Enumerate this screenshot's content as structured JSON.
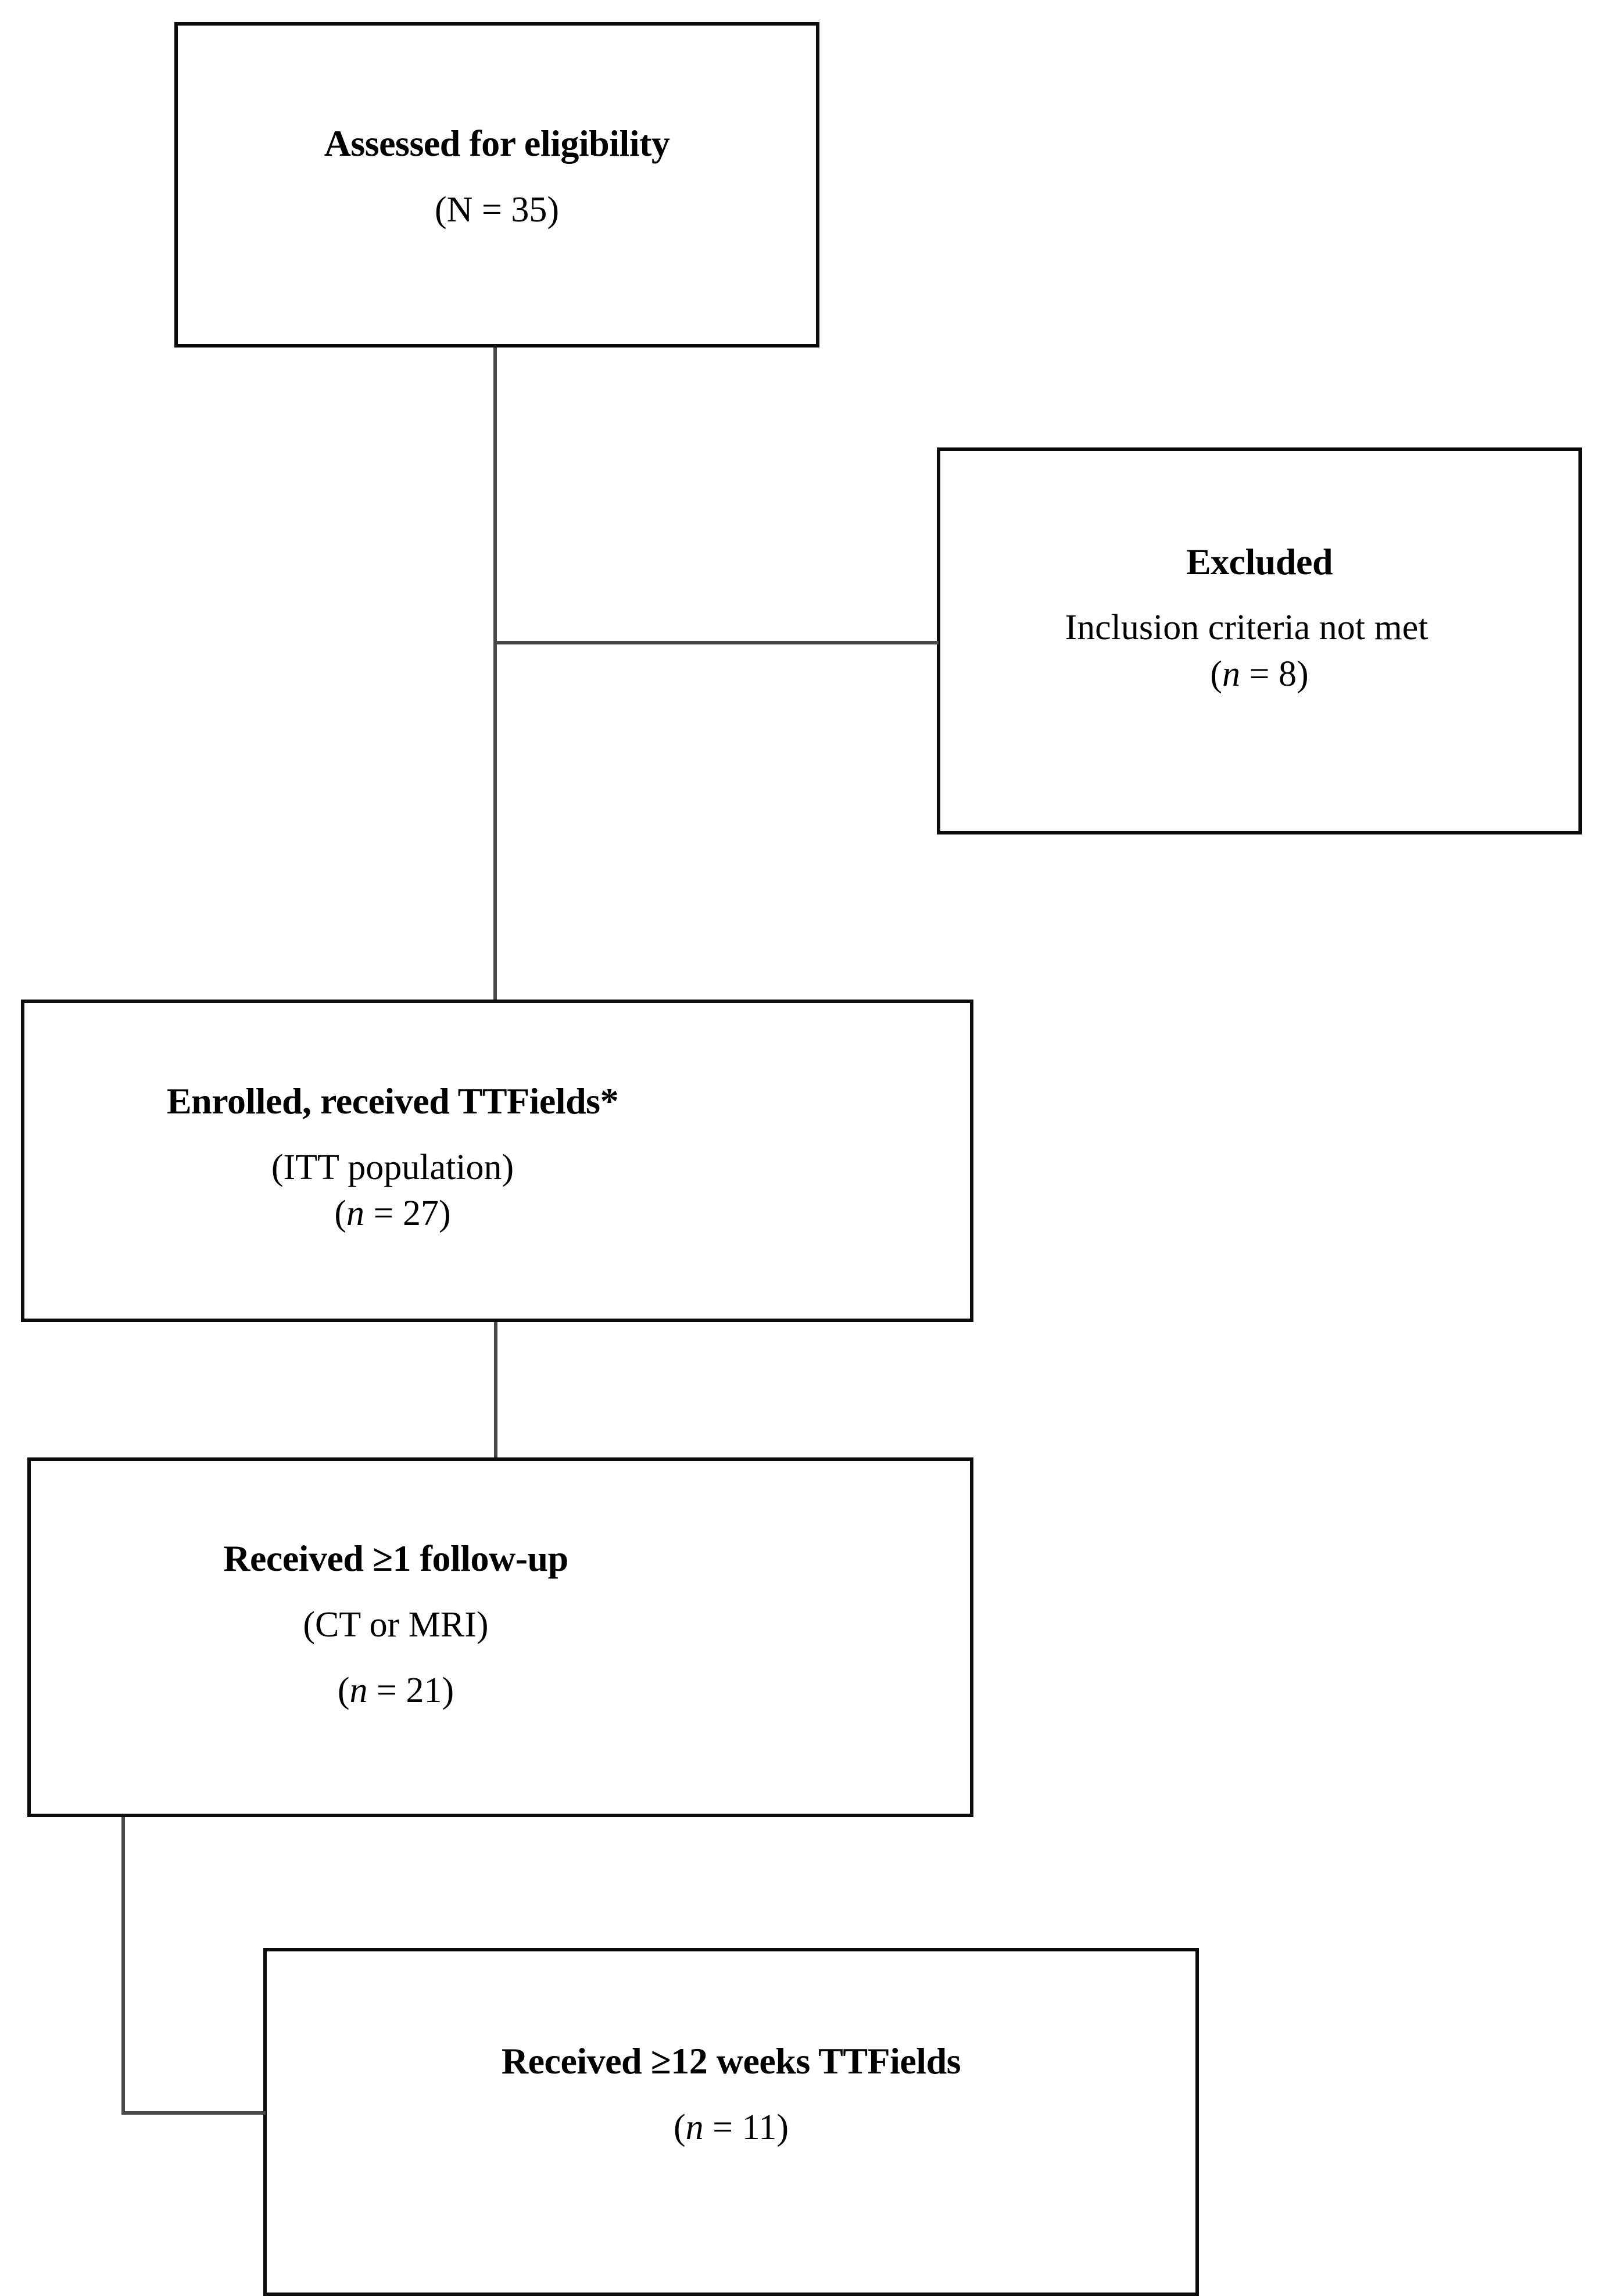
{
  "diagram": {
    "type": "flowchart",
    "title": "CONSORT-style patient flow diagram",
    "nodes": [
      {
        "id": "assessed",
        "name": "assessed-for-eligibility",
        "heading": "Assessed for eligibility",
        "count_label": "(N = 35)",
        "count_prefix": "(N = ",
        "count_value": "35",
        "count_suffix": ")"
      },
      {
        "id": "excluded",
        "name": "excluded",
        "heading": "Excluded",
        "reason": "Inclusion criteria not met",
        "count_prefix": "(",
        "count_symbol": "n",
        "count_middle": " = ",
        "count_value": "8",
        "count_suffix": ")"
      },
      {
        "id": "enrolled",
        "name": "enrolled-received-ttfields",
        "heading": "Enrolled, received TTFields*",
        "subtitle": "(ITT population)",
        "count_prefix": "(",
        "count_symbol": "n",
        "count_middle": " = ",
        "count_value": "27",
        "count_suffix": ")"
      },
      {
        "id": "followup",
        "name": "received-at-least-1-followup",
        "heading": "Received ≥1 follow-up",
        "subtitle": "(CT or MRI)",
        "count_prefix": "(",
        "count_symbol": "n",
        "count_middle": " = ",
        "count_value": "21",
        "count_suffix": ")"
      },
      {
        "id": "twelveweeks",
        "name": "received-at-least-12-weeks-ttfields",
        "heading": "Received ≥12 weeks TTFields",
        "count_prefix": "(",
        "count_symbol": "n",
        "count_middle": " = ",
        "count_value": "11",
        "count_suffix": ")"
      }
    ],
    "edges": [
      {
        "from": "assessed",
        "to": "enrolled",
        "style": "straight-vertical"
      },
      {
        "from": "assessed",
        "to": "excluded",
        "style": "right-branch"
      },
      {
        "from": "enrolled",
        "to": "followup",
        "style": "straight-vertical"
      },
      {
        "from": "followup",
        "to": "twelveweeks",
        "style": "left-elbow"
      }
    ],
    "colors": {
      "border": "#0c0c0c",
      "connector": "#4a4a4a",
      "background": "#ffffff",
      "text": "#000000"
    }
  }
}
